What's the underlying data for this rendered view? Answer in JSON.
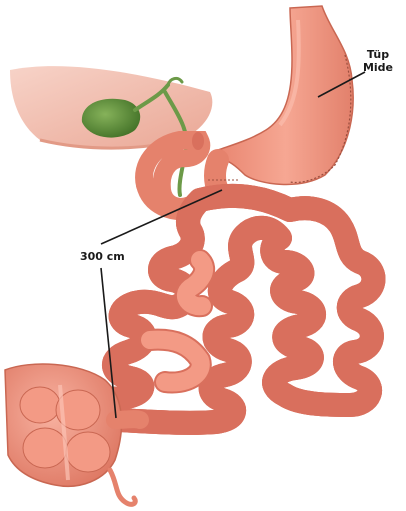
{
  "labels": {
    "tube_stomach_line1": "Tüp",
    "tube_stomach_line2": "Mide",
    "bypass_length": "300 cm"
  },
  "colors": {
    "bowel_fill": "#f39a85",
    "bowel_shadow": "#d9705d",
    "bowel_highlight": "#fbc2b3",
    "liver": "#f6c4b5",
    "gallbladder": "#5e8f3c",
    "bile_duct": "#6c9a48",
    "leader_line": "#1a1a1a",
    "background": "#ffffff"
  }
}
